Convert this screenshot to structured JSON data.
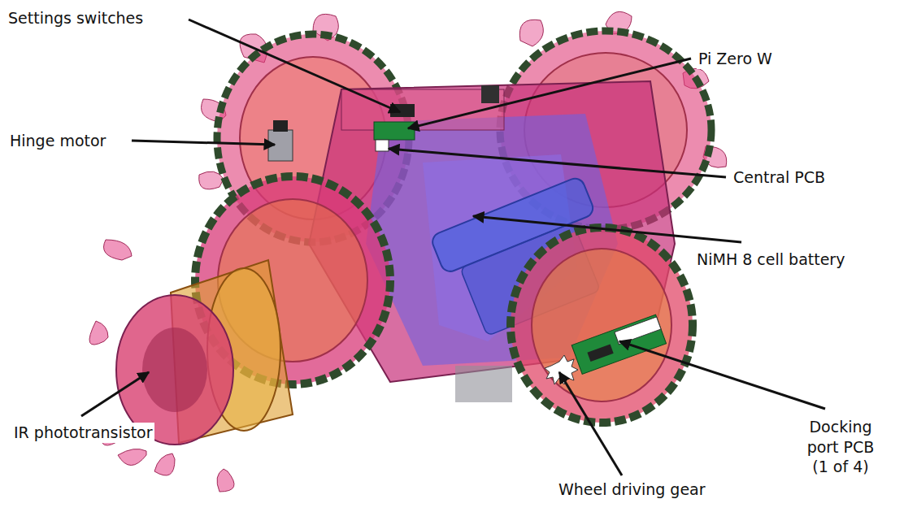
{
  "diagram": {
    "labels": [
      "Settings switches",
      "Pi Zero W",
      "Hinge motor",
      "Central PCB",
      "NiMH 8 cell battery",
      "IR phototransistor",
      "Docking port PCB (1 of 4)",
      "Wheel driving gear"
    ]
  }
}
